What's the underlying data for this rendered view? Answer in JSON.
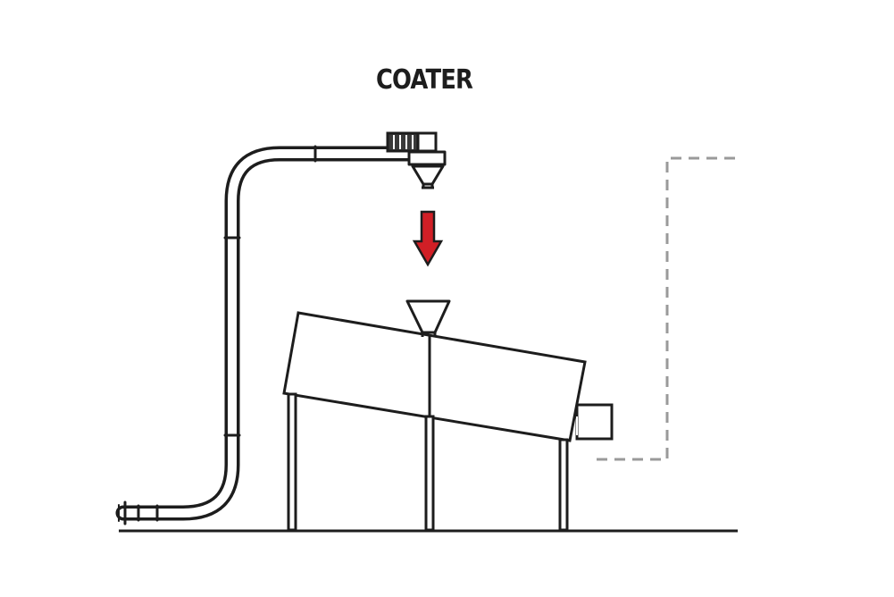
{
  "title": "COATER",
  "colors": {
    "stroke": "#1d1d1d",
    "arrow": "#d11f26",
    "dashed_path": "#9a9a9a",
    "background": "#ffffff"
  },
  "components": [
    "tubular-drag-conveyor",
    "drive-motor",
    "discharge-hopper",
    "flow-arrow",
    "inlet-hopper",
    "coater-drum",
    "drum-supports",
    "outlet-box",
    "dashed-return-path",
    "floor-line"
  ]
}
